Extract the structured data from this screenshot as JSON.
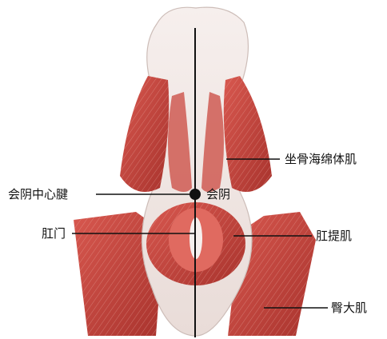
{
  "diagram": {
    "labels": {
      "central_tendon": "会阴中心腱",
      "perineum": "会阴",
      "anus": "肛门",
      "ischiocavernosus": "坐骨海绵体肌",
      "levator_ani": "肛提肌",
      "gluteus_maximus": "臀大肌"
    },
    "colors": {
      "muscle": "#c7473f",
      "muscle_dark": "#9e2f2a",
      "tissue": "#f1e9e6",
      "line": "#111111"
    }
  }
}
